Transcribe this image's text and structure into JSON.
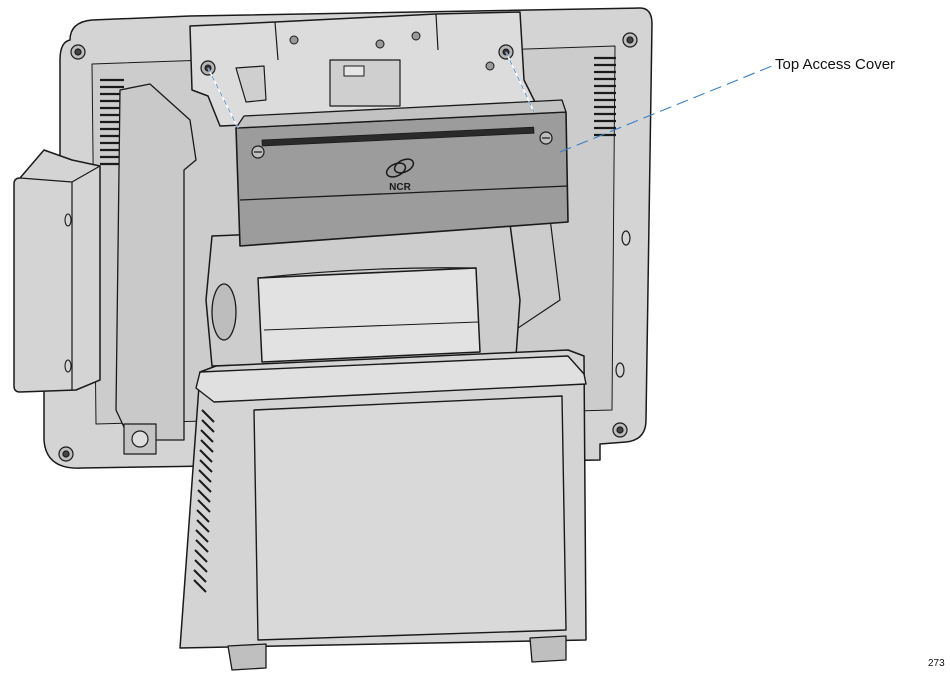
{
  "diagram": {
    "callout_label": "Top Access Cover",
    "logo_text": "NCR",
    "figure_number": "273"
  },
  "colors": {
    "outline": "#1a1a1a",
    "body_fill": "#d4d4d4",
    "cover_fill": "#9c9c9c",
    "shadow_fill": "#8a8a8a",
    "leader_line": "#3c7fc4"
  }
}
